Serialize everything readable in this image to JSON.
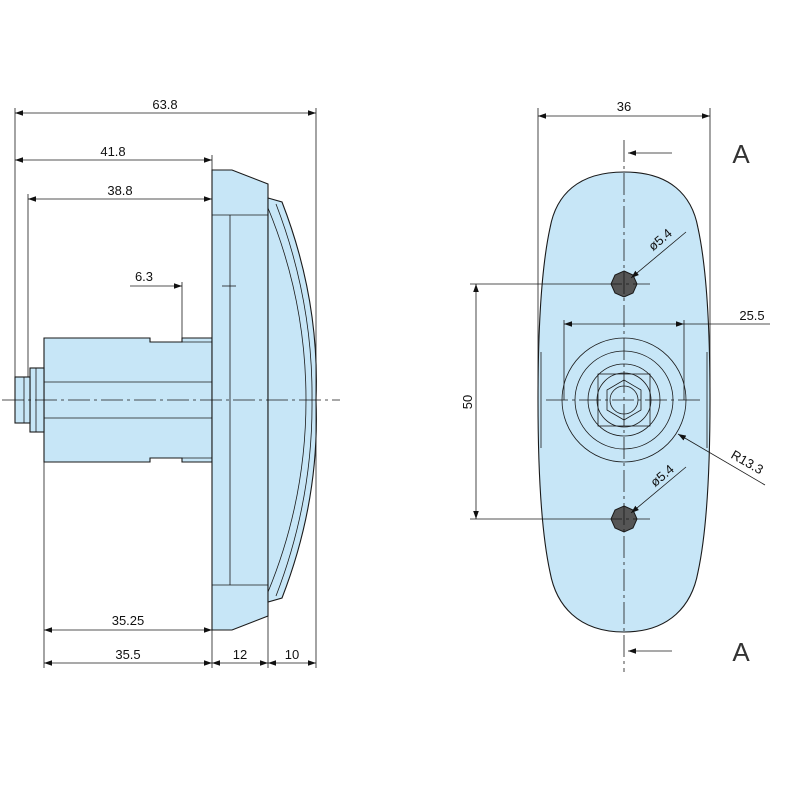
{
  "side_view": {
    "dim_overall": "63.8",
    "dim_flange_from_back": "41.8",
    "dim_shell_from_back": "38.8",
    "dim_key_slot": "6.3",
    "dim_barrel_to_flange": "35.25",
    "dim_barrel_length": "35.5",
    "dim_flange_depth": "12",
    "dim_cap_depth": "10"
  },
  "front_view": {
    "dim_width": "36",
    "dim_hole_spacing": "50",
    "dim_bore_width": "25.5",
    "dim_radius": "R13.3",
    "dim_hole_top": "ø5.4",
    "dim_hole_bottom": "ø5.4",
    "section_label_top": "A",
    "section_label_bottom": "A"
  },
  "colors": {
    "fill": "#c7e6f7",
    "line": "#1a1a1a",
    "hole_fill": "#555555"
  }
}
